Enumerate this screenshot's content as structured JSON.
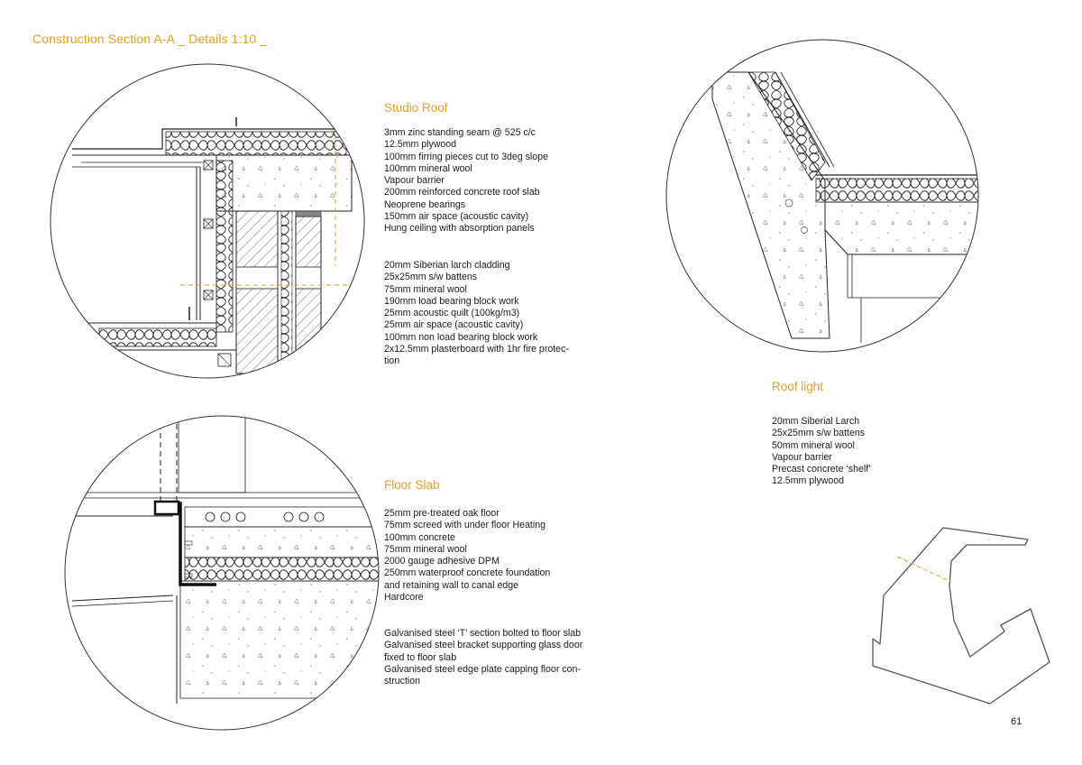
{
  "page_title": "Construction Section A-A _ Details 1:10 _",
  "page_number": "61",
  "accent_color": "#e0a020",
  "sections": {
    "studio_roof": {
      "heading": "Studio Roof",
      "roof_layers": [
        "3mm zinc standing seam @ 525 c/c",
        "12.5mm plywood",
        "100mm firring pieces cut to 3deg slope",
        "100mm mineral wool",
        "Vapour barrier",
        "200mm reinforced concrete roof slab",
        "Neoprene bearings",
        "150mm air space (acoustic cavity)",
        "Hung ceiling with absorption panels"
      ],
      "wall_layers": [
        "20mm Siberian larch cladding",
        "25x25mm s/w battens",
        "75mm mineral wool",
        "190mm load bearing block work",
        "25mm acoustic quilt (100kg/m3)",
        "25mm air space (acoustic cavity)",
        "100mm non load bearing block work",
        "2x12.5mm plasterboard with 1hr fire protec-",
        "tion"
      ]
    },
    "roof_light": {
      "heading": "Roof light",
      "layers": [
        "20mm Siberial Larch",
        "25x25mm s/w battens",
        "50mm mineral wool",
        "Vapour barrier",
        "Precast concrete ‘shelf’",
        "12.5mm plywood"
      ]
    },
    "floor_slab": {
      "heading": "Floor Slab",
      "floor_layers": [
        "25mm pre-treated oak floor",
        "75mm screed with under floor Heating",
        "100mm concrete",
        "75mm mineral wool",
        "2000 gauge adhesive DPM",
        "250mm waterproof concrete foundation",
        "and retaining wall to canal edge",
        "Hardcore"
      ],
      "steel_items": [
        "Galvanised steel ‘T’ section bolted to floor slab",
        "Galvanised steel bracket supporting glass door",
        "fixed to floor slab",
        "Galvanised steel edge plate capping floor con-",
        "struction"
      ]
    }
  }
}
